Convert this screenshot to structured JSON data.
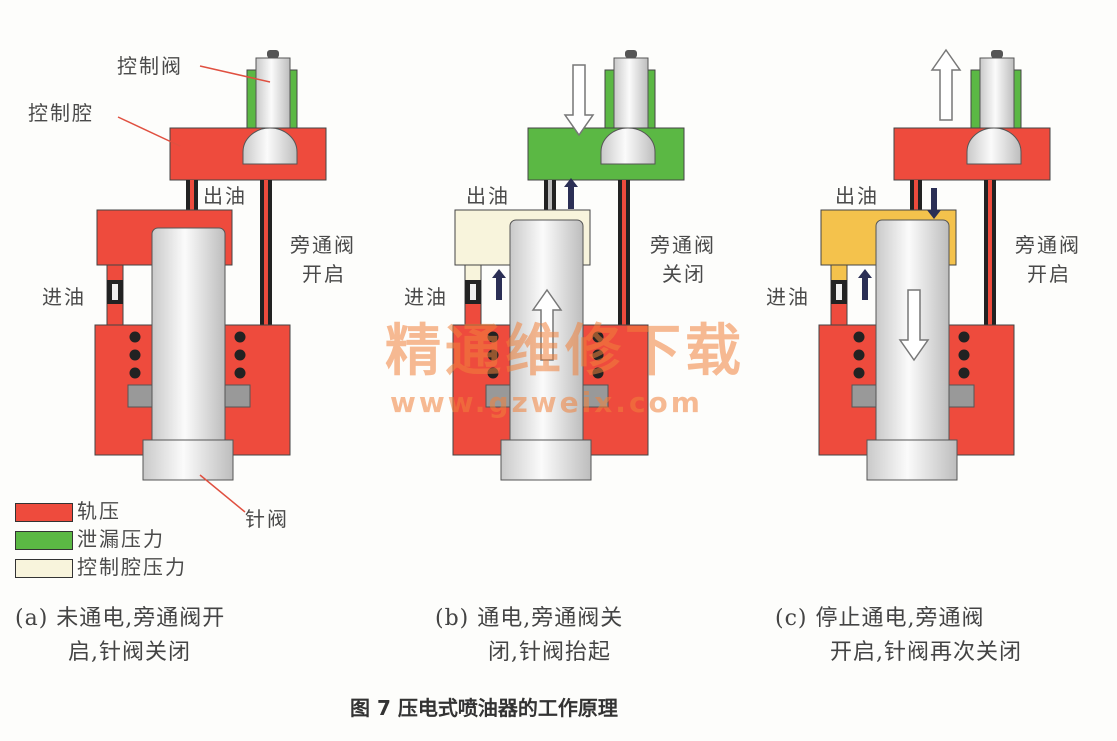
{
  "colors": {
    "rail": "#ee4b3d",
    "leak": "#5bb844",
    "control": "#f8f4dc",
    "control_c": "#f4c24c",
    "flow_arrow": "#2b2f55"
  },
  "panels": [
    {
      "id": "a",
      "top": "rail",
      "mid": "rail",
      "labels": {
        "control_valve": "控制阀",
        "control_chamber": "控制腔",
        "outlet": "出油",
        "bypass1": "旁通阀",
        "bypass2": "开启",
        "inlet": "进油",
        "needle": "针阀"
      },
      "caption": [
        "(a) 未通电,旁通阀开",
        "启,针阀关闭"
      ],
      "arrows": "none"
    },
    {
      "id": "b",
      "top": "leak",
      "mid": "control",
      "labels": {
        "outlet": "出油",
        "bypass1": "旁通阀",
        "bypass2": "关闭",
        "inlet": "进油"
      },
      "caption": [
        "(b) 通电,旁通阀关",
        "闭,针阀抬起"
      ],
      "arrows": "up"
    },
    {
      "id": "c",
      "top": "rail",
      "mid": "control_c",
      "labels": {
        "outlet": "出油",
        "bypass1": "旁通阀",
        "bypass2": "开启",
        "inlet": "进油"
      },
      "caption": [
        "(c) 停止通电,旁通阀",
        "开启,针阀再次关闭"
      ],
      "arrows": "down"
    }
  ],
  "legend": [
    {
      "label": "轨压",
      "color": "rail"
    },
    {
      "label": "泄漏压力",
      "color": "leak"
    },
    {
      "label": "控制腔压力",
      "color": "control"
    }
  ],
  "figure_title": "图 7   压电式喷油器的工作原理",
  "watermark": {
    "line1": "精通维修下载",
    "line2": "www.gzweix.com"
  }
}
